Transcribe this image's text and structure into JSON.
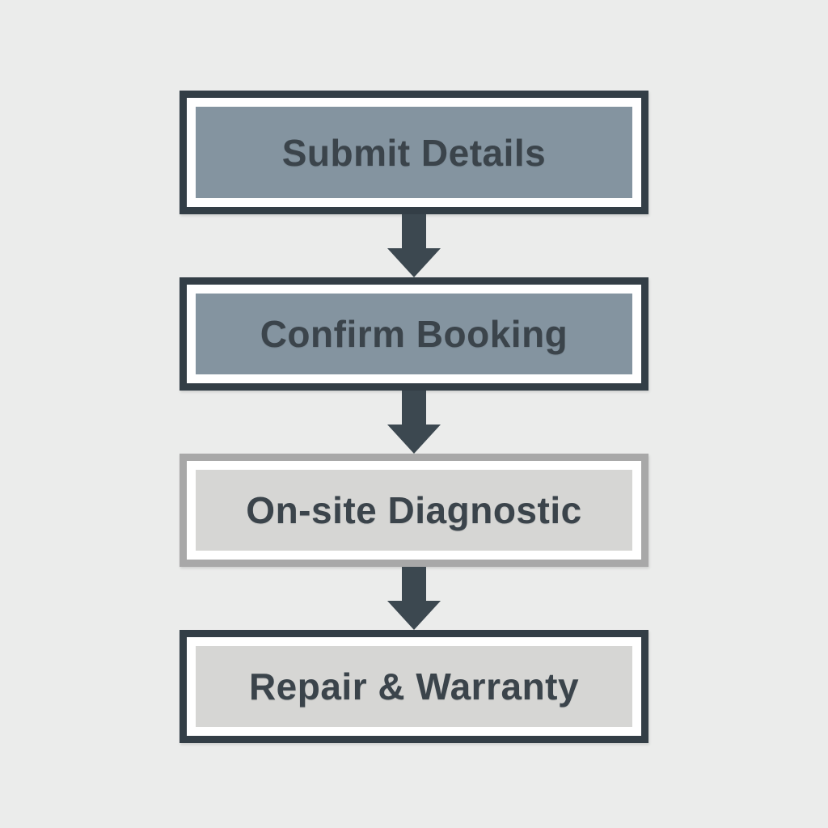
{
  "page": {
    "background_color": "#ebeceb"
  },
  "flow": {
    "arrow_color": "#3c4850",
    "text_color": "#3b444b",
    "steps": [
      {
        "label": "Submit Details",
        "fill": "#8494a0",
        "border": "#333e46",
        "frame": "#ffffff"
      },
      {
        "label": "Confirm Booking",
        "fill": "#8494a0",
        "border": "#333e46",
        "frame": "#ffffff"
      },
      {
        "label": "On-site Diagnostic",
        "fill": "#d6d6d4",
        "border": "#a8a8a8",
        "frame": "#ffffff"
      },
      {
        "label": "Repair & Warranty",
        "fill": "#d6d6d4",
        "border": "#333e46",
        "frame": "#ffffff"
      }
    ]
  }
}
